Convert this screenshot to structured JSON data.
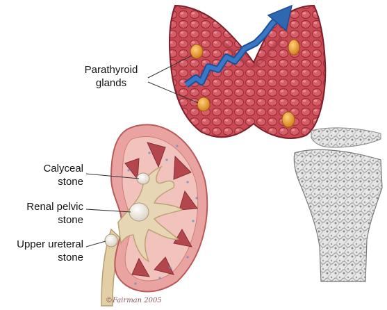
{
  "labels": {
    "parathyroid": [
      "Parathyroid",
      "glands"
    ],
    "calyceal": [
      "Calyceal",
      "stone"
    ],
    "renal_pelvic": [
      "Renal pelvic",
      "stone"
    ],
    "upper_ureteral": [
      "Upper ureteral",
      "stone"
    ]
  },
  "signature": "©Fairman 2005",
  "colors": {
    "thyroid": "#c94a55",
    "thyroid_dark": "#8e2431",
    "gland": "#e0901e",
    "arrow": "#2f67b1",
    "kidney_cortex": "#e9a3a0",
    "kidney_pyramid": "#b3474d",
    "pelvis": "#e7d6b4",
    "stone": "#efe9df",
    "bone": "#d9d9d9"
  }
}
